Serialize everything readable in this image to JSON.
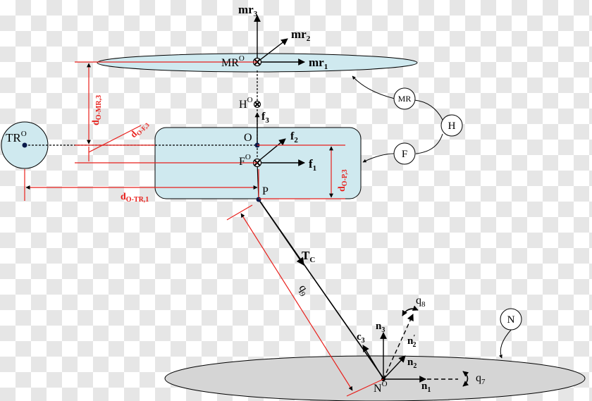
{
  "colors": {
    "checker_light": "#ffffff",
    "checker_dark": "#e6e6e6",
    "fuselage_fill": "#cfe9ef",
    "rotor_fill": "#cfe9ef",
    "ground_fill": "#d5d5d5",
    "dimension_red": "#e8201c",
    "ink": "#000000"
  },
  "labels": {
    "mr3": "mr",
    "mr3_sub": "3",
    "mr2": "mr",
    "mr2_sub": "2",
    "mr1": "mr",
    "mr1_sub": "1",
    "mro": "MR",
    "mro_sup": "O",
    "ho": "H",
    "ho_sup": "O",
    "f3": "f",
    "f3_sub": "3",
    "o": "O",
    "f2": "f",
    "f2_sub": "2",
    "fo": "F",
    "fo_sup": "O",
    "f1": "f",
    "f1_sub": "1",
    "p": "P",
    "tro": "TR",
    "tro_sup": "O",
    "tc": "T",
    "tc_sub": "C",
    "q9": "q",
    "q9_sub": "9",
    "q8": "q",
    "q8_sub": "8",
    "q7": "q",
    "q7_sub": "7",
    "n3": "n",
    "n3_sub": "3",
    "n2p": "n",
    "n2p_prime": "′",
    "n2p_sub": "2",
    "c3": "c",
    "c3_sub": "3",
    "n2": "n",
    "n2_sub": "2",
    "n1": "n",
    "n1_sub": "1",
    "no": "N",
    "no_sup": "O"
  },
  "dimensions": {
    "d_o_mr3": "d",
    "d_o_mr3_sub": "O-MR,3",
    "d_o_f3": "d",
    "d_o_f3_sub": "O-F,3",
    "d_o_p3": "d",
    "d_o_p3_sub": "O-P,3",
    "d_o_tr1": "d",
    "d_o_tr1_sub": "O-TR,1"
  },
  "body_callouts": {
    "mr": "MR",
    "h": "H",
    "f": "F",
    "n": "N"
  }
}
